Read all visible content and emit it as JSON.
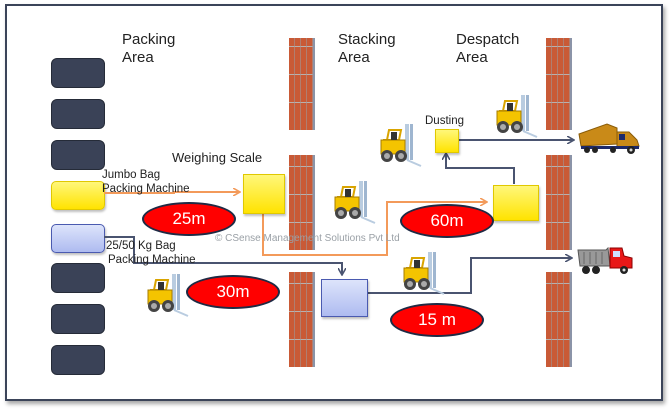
{
  "areas": {
    "packing": {
      "line1": "Packing",
      "line2": "Area"
    },
    "stacking": {
      "line1": "Stacking",
      "line2": "Area"
    },
    "despatch": {
      "line1": "Despatch",
      "line2": "Area"
    }
  },
  "labels": {
    "weighing_scale": "Weighing Scale",
    "jumbo_line1": "Jumbo Bag",
    "jumbo_line2": "Packing Machine",
    "kg_line1": "25/50 Kg Bag",
    "kg_line2": "Packing Machine",
    "dusting": "Dusting"
  },
  "distances": {
    "d1": "25m",
    "d2": "60m",
    "d3": "30m",
    "d4": "15 m"
  },
  "watermark": "© CSense Management Solutions Pvt Ltd",
  "colors": {
    "frame": "#3b4459",
    "machine": "#3a4257",
    "jumbo_flow": "#f39a5a",
    "bag_flow": "#4a5470",
    "ellipse": "#ff0000",
    "yellow_box": "#ffe300",
    "blue_box": "#aebbf0"
  },
  "icons": {
    "forklift": "forklift-icon",
    "truck": "container-truck-icon",
    "dump_truck": "dump-truck-icon",
    "wall": "brick-wall"
  }
}
